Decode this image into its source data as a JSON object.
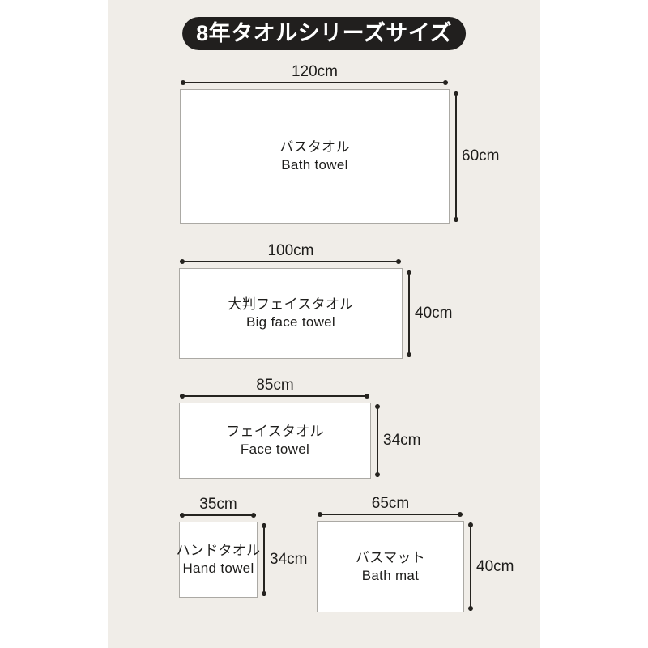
{
  "header": {
    "title": "8年タオルシリーズサイズ"
  },
  "colors": {
    "page_background": "#FFFFFF",
    "panel_background": "#F0EDE8",
    "badge_background": "#211F1E",
    "badge_text": "#FFFFFF",
    "dimension_line": "#25231F",
    "rect_border": "#ABA9A4",
    "text": "#1E1D1B"
  },
  "towels": [
    {
      "id": "bath-towel",
      "name_jp": "バスタオル",
      "name_en": "Bath towel",
      "width_cm": 120,
      "height_cm": 60,
      "width_label": "120cm",
      "height_label": "60cm"
    },
    {
      "id": "big-face-towel",
      "name_jp": "大判フェイスタオル",
      "name_en": "Big face towel",
      "width_cm": 100,
      "height_cm": 40,
      "width_label": "100cm",
      "height_label": "40cm"
    },
    {
      "id": "face-towel",
      "name_jp": "フェイスタオル",
      "name_en": "Face towel",
      "width_cm": 85,
      "height_cm": 34,
      "width_label": "85cm",
      "height_label": "34cm"
    },
    {
      "id": "hand-towel",
      "name_jp": "ハンドタオル",
      "name_en": "Hand towel",
      "width_cm": 35,
      "height_cm": 34,
      "width_label": "35cm",
      "height_label": "34cm"
    },
    {
      "id": "bath-mat",
      "name_jp": "バスマット",
      "name_en": "Bath mat",
      "width_cm": 65,
      "height_cm": 40,
      "width_label": "65cm",
      "height_label": "40cm"
    }
  ]
}
